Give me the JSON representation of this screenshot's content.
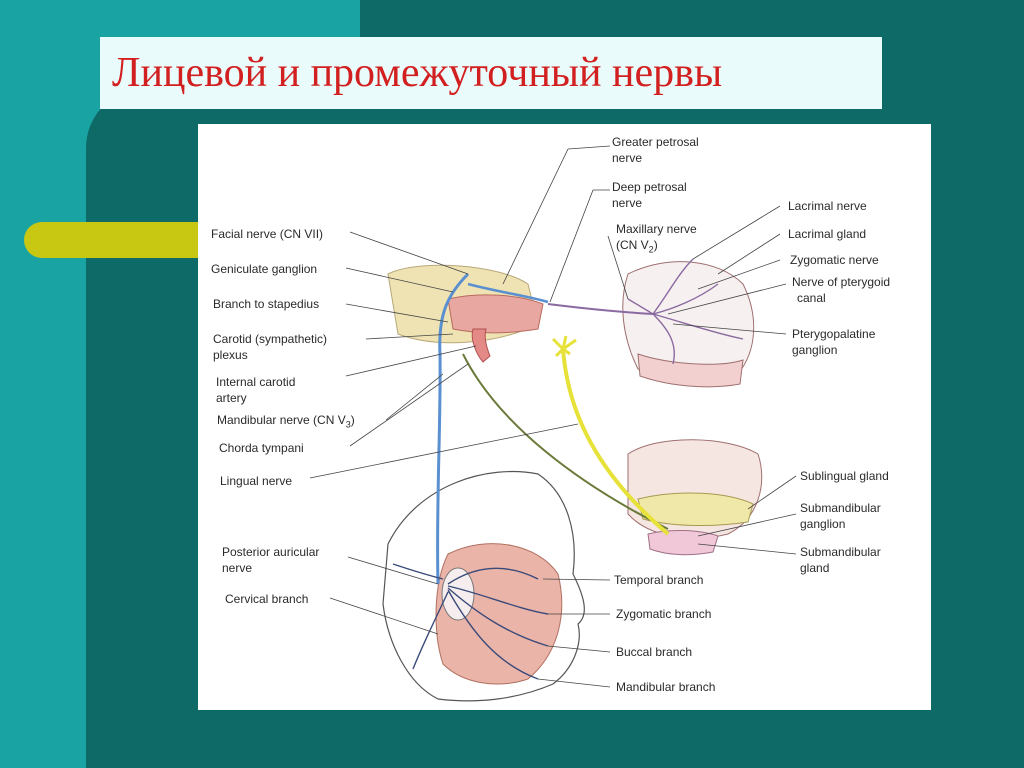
{
  "slide": {
    "title": "Лицевой и промежуточный нервы"
  },
  "labels": {
    "facial_nerve": "Facial nerve (CN VII)",
    "geniculate_ganglion": "Geniculate ganglion",
    "branch_to_stapedius": "Branch to stapedius",
    "carotid_plexus_1": "Carotid (sympathetic)",
    "carotid_plexus_2": "plexus",
    "internal_carotid_1": "Internal carotid",
    "internal_carotid_2": "artery",
    "mandibular_nerve": "Mandibular nerve (CN V",
    "mandibular_nerve_sub": "3",
    "mandibular_nerve_end": ")",
    "chorda_tympani": "Chorda tympani",
    "lingual_nerve": "Lingual nerve",
    "posterior_auricular_1": "Posterior auricular",
    "posterior_auricular_2": "nerve",
    "cervical_branch": "Cervical branch",
    "greater_petrosal_1": "Greater petrosal",
    "greater_petrosal_2": "nerve",
    "deep_petrosal_1": "Deep petrosal",
    "deep_petrosal_2": "nerve",
    "maxillary_nerve_1": "Maxillary nerve",
    "maxillary_nerve_2": "(CN V",
    "maxillary_nerve_sub": "2",
    "maxillary_nerve_end": ")",
    "lacrimal_nerve": "Lacrimal nerve",
    "lacrimal_gland": "Lacrimal gland",
    "zygomatic_nerve": "Zygomatic nerve",
    "pterygoid_canal_1": "Nerve of pterygoid",
    "pterygoid_canal_2": "canal",
    "pterygopalatine_1": "Pterygopalatine",
    "pterygopalatine_2": "ganglion",
    "sublingual_gland": "Sublingual gland",
    "submandibular_ganglion_1": "Submandibular",
    "submandibular_ganglion_2": "ganglion",
    "submandibular_gland_1": "Submandibular",
    "submandibular_gland_2": "gland",
    "temporal_branch": "Temporal branch",
    "zygomatic_branch": "Zygomatic branch",
    "buccal_branch": "Buccal branch",
    "mandibular_branch": "Mandibular branch"
  },
  "colors": {
    "background_dark": "#0e6a66",
    "background_light": "#1aa3a3",
    "accent_bar": "#c8c812",
    "title_text": "#d21f1f",
    "title_box": "#e9fbfb",
    "nerve_blue": "#5a8fd0",
    "nerve_yellow": "#e6e23a",
    "tissue_pink": "#e8a7a0",
    "bone_tan": "#e8d9a8"
  }
}
